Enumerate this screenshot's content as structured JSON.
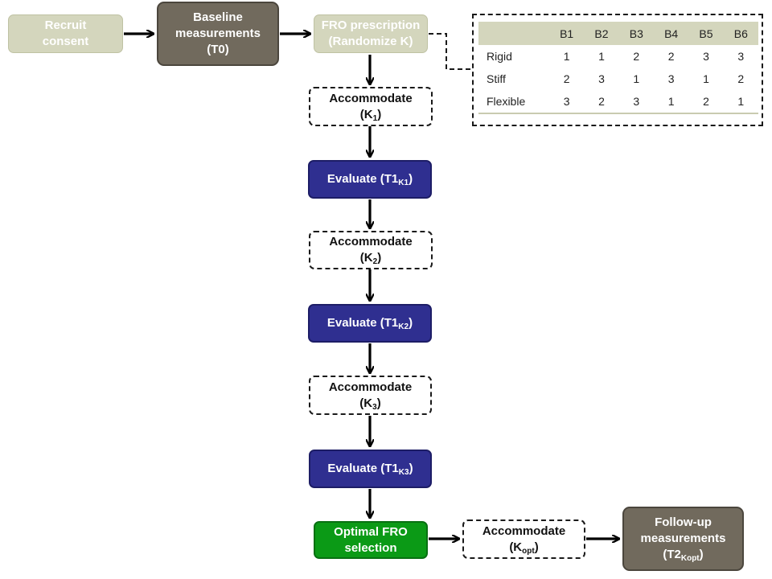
{
  "flow": {
    "recruit": {
      "line1": "Recruit",
      "line2": "consent"
    },
    "baseline": {
      "line1": "Baseline",
      "line2": "measurements",
      "line3": "(T0)"
    },
    "fro": {
      "line1": "FRO prescription",
      "line2": "(Randomize K)"
    },
    "accommodate1": {
      "label": "Accommodate",
      "open": "(K",
      "sub": "1",
      "close": ")"
    },
    "evaluate1": {
      "label": "Evaluate (T1",
      "sub": "K1",
      "close": ")"
    },
    "accommodate2": {
      "label": "Accommodate",
      "open": "(K",
      "sub": "2",
      "close": ")"
    },
    "evaluate2": {
      "label": "Evaluate (T1",
      "sub": "K2",
      "close": ")"
    },
    "accommodate3": {
      "label": "Accommodate",
      "open": "(K",
      "sub": "3",
      "close": ")"
    },
    "evaluate3": {
      "label": "Evaluate (T1",
      "sub": "K3",
      "close": ")"
    },
    "optimal": {
      "line1": "Optimal FRO",
      "line2": "selection"
    },
    "accommodate_opt": {
      "label": "Accommodate",
      "open": "(K",
      "sub": "opt",
      "close": ")"
    },
    "followup": {
      "line1": "Follow-up",
      "line2": "measurements",
      "open": "(T2",
      "sub": "Kopt",
      "close": ")"
    }
  },
  "table": {
    "columns": [
      "",
      "B1",
      "B2",
      "B3",
      "B4",
      "B5",
      "B6"
    ],
    "rows": [
      {
        "label": "Rigid",
        "values": [
          "1",
          "1",
          "2",
          "2",
          "3",
          "3"
        ]
      },
      {
        "label": "Stiff",
        "values": [
          "2",
          "3",
          "1",
          "3",
          "1",
          "2"
        ]
      },
      {
        "label": "Flexible",
        "values": [
          "3",
          "2",
          "3",
          "1",
          "2",
          "1"
        ]
      }
    ]
  },
  "colors": {
    "sage": "#d4d6bd",
    "taupe": "#716a5d",
    "navy": "#2f2f90",
    "green": "#0b9a16"
  }
}
